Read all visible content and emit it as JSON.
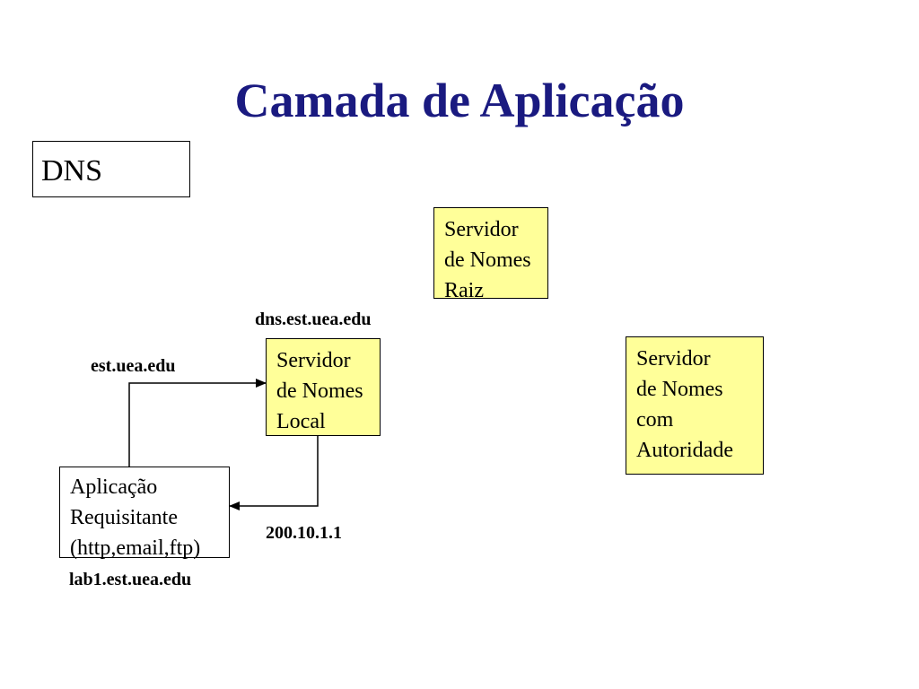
{
  "title": "Camada de Aplicação",
  "section_label": "DNS",
  "colors": {
    "title": "#1a1a80",
    "server_box_fill": "#ffff99",
    "app_box_fill": "#ffffff",
    "border": "#000000"
  },
  "root_server": {
    "lines": [
      "Servidor",
      "de Nomes",
      "Raiz"
    ]
  },
  "local_server": {
    "lines": [
      "Servidor",
      "de Nomes",
      "Local"
    ],
    "hostname": "dns.est.uea.edu"
  },
  "authoritative_server": {
    "lines": [
      "Servidor",
      "de Nomes",
      "com",
      "Autoridade"
    ]
  },
  "requesting_app": {
    "lines": [
      "Aplicação",
      "Requisitante",
      "(http,email,ftp)"
    ],
    "hostname": "lab1.est.uea.edu"
  },
  "query_label": "est.uea.edu",
  "response_label": "200.10.1.1"
}
